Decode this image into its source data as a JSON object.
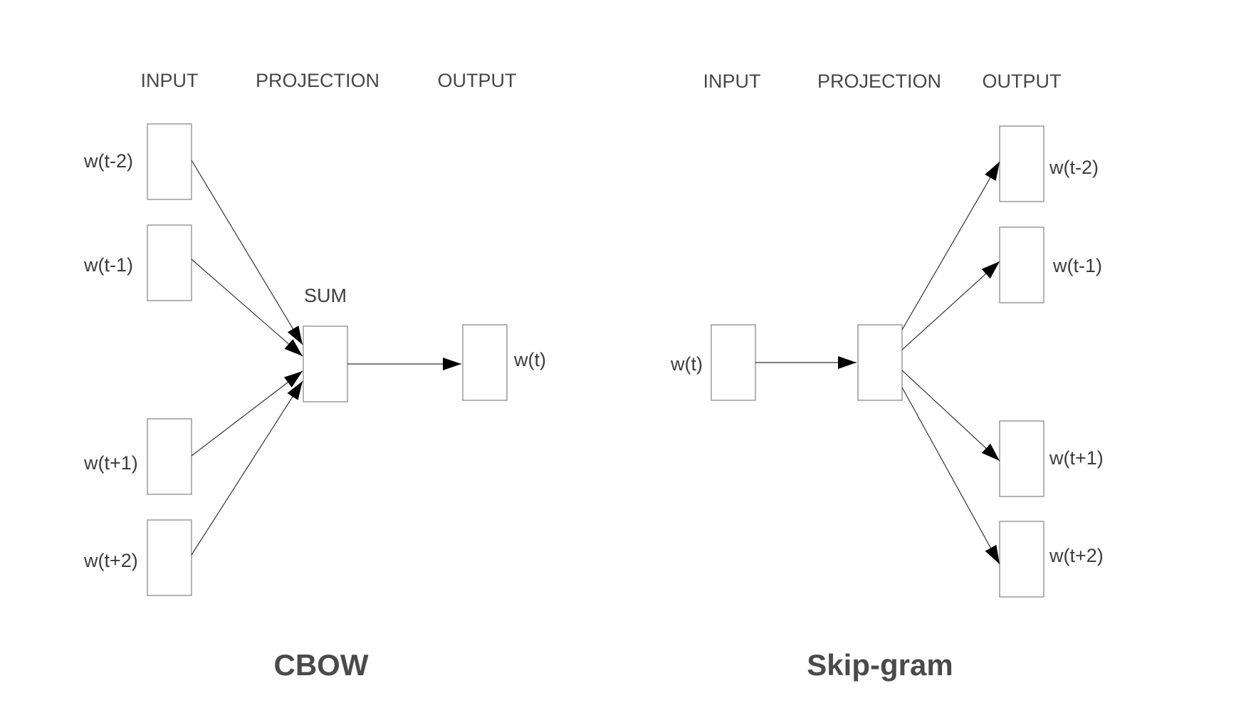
{
  "cbow": {
    "headers": {
      "input": "INPUT",
      "projection": "PROJECTION",
      "output": "OUTPUT"
    },
    "sum_label": "SUM",
    "input_words": [
      "w(t-2)",
      "w(t-1)",
      "w(t+1)",
      "w(t+2)"
    ],
    "output_word": "w(t)",
    "title": "CBOW"
  },
  "skipgram": {
    "headers": {
      "input": "INPUT",
      "projection": "PROJECTION",
      "output": "OUTPUT"
    },
    "input_word": "w(t)",
    "output_words": [
      "w(t-2)",
      "w(t-1)",
      "w(t+1)",
      "w(t+2)"
    ],
    "title": "Skip-gram"
  }
}
